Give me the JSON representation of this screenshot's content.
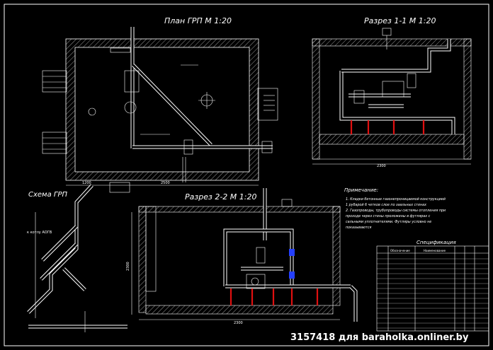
{
  "titles": {
    "plan": "План ГРП М 1:20",
    "section11": "Разрез 1-1 М 1:20",
    "section22": "Разрез 2-2 М 1:20",
    "scheme": "Схема  ГРП"
  },
  "notes": {
    "heading": "Примечание:",
    "lines": [
      "1. Кладки бетонные газонепроницаемой конструкцией",
      "1 рубарой 6 четков слое по заальных стенах",
      "2. Газопроводы, трубопроводы системы отопления при",
      "проходе через стены проложены в футлярах с",
      "сальными уплотнителями. Футляры условно не",
      "показываются"
    ]
  },
  "spec": {
    "title": "Спецификация",
    "col1": "Обозначение",
    "col2": "Наименование"
  },
  "scheme_label": "к котлу АОГВ",
  "dims": {
    "plan_w": "2500",
    "plan_left": "1200",
    "section11_w": "2300",
    "section22_h": "2300",
    "section22_w": "2300"
  },
  "watermark": "3157418 для baraholka.onliner.by",
  "colors": {
    "background": "#000000",
    "lines": "#ffffff",
    "supports": "#e01010",
    "valves": "#2540ff"
  }
}
